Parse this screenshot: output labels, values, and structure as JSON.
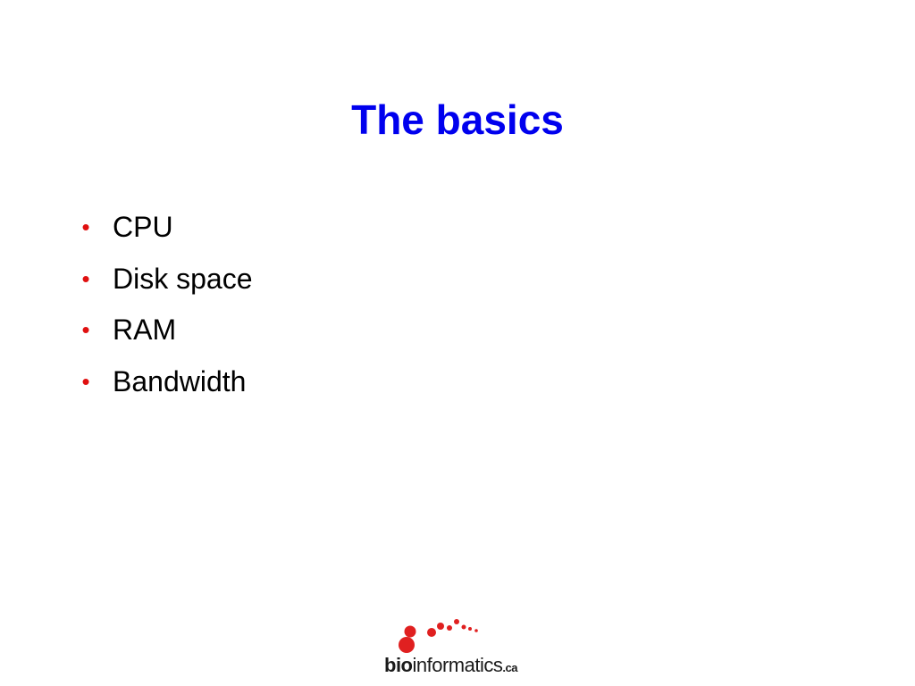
{
  "slide": {
    "title": "The basics",
    "title_color": "#0000ee",
    "bullet_color": "#e01010",
    "bullet_glyph": "•",
    "bullets": [
      "CPU",
      "Disk space",
      "RAM",
      "Bandwidth"
    ]
  },
  "logo": {
    "text_bold": "bio",
    "text_regular": "informatics",
    "text_suffix": ".ca",
    "dot_color": "#e02020",
    "icon": "red-dots-logo-icon"
  }
}
